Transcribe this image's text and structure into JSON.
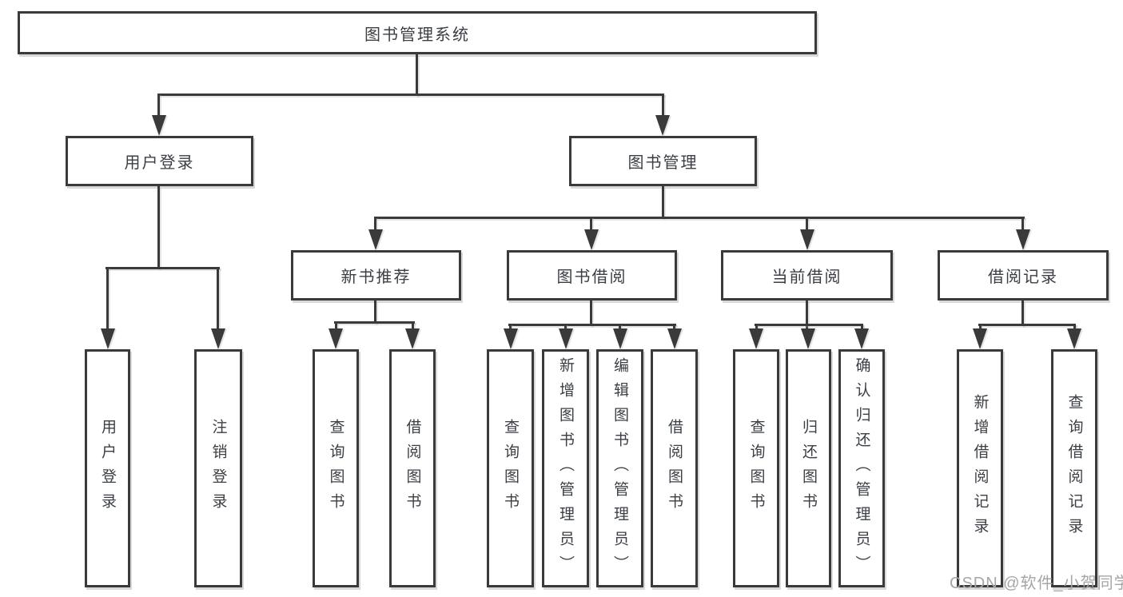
{
  "diagram": {
    "title": "图书管理系统",
    "branches": {
      "login": {
        "label": "用户登录",
        "children": [
          "用户登录",
          "注销登录"
        ]
      },
      "mgmt": {
        "label": "图书管理",
        "modules": [
          {
            "label": "新书推荐",
            "children": [
              "查询图书",
              "借阅图书"
            ]
          },
          {
            "label": "图书借阅",
            "children": [
              "查询图书",
              "新增图书（管理员）",
              "编辑图书（管理员）",
              "借阅图书"
            ]
          },
          {
            "label": "当前借阅",
            "children": [
              "查询图书",
              "归还图书",
              "确认归还（管理员）"
            ]
          },
          {
            "label": "借阅记录",
            "children": [
              "新增借阅记录",
              "查询借阅记录"
            ]
          }
        ]
      }
    }
  },
  "watermark": "CSDN @软件_小贺同学",
  "colors": {
    "line": "#3a3a3a",
    "text": "#3b3e44",
    "box_fill": "#ffffff",
    "background": "#ffffff",
    "watermark": "#a6a6a6"
  }
}
